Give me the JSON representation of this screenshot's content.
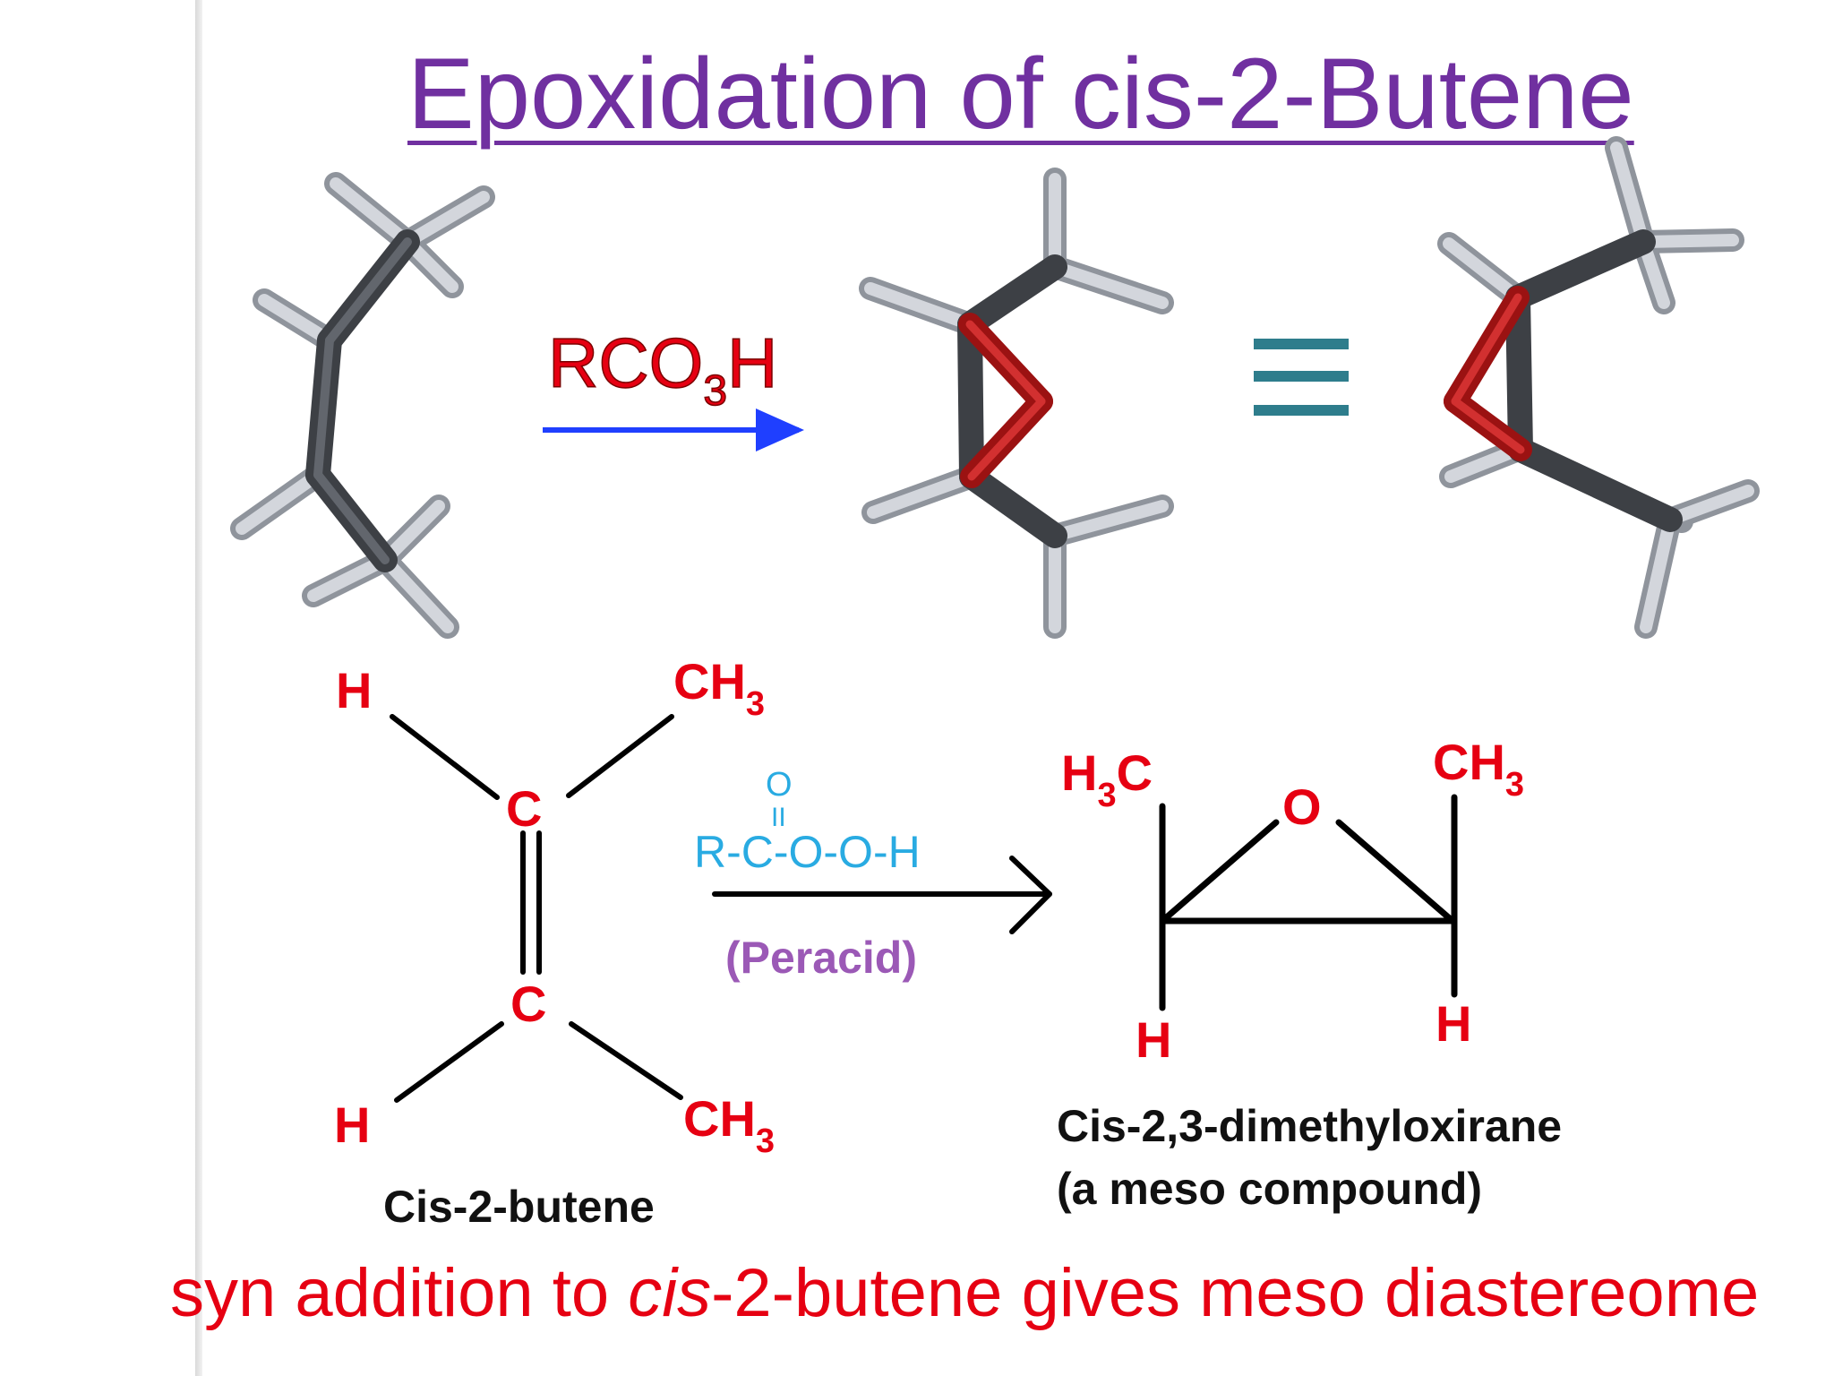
{
  "slide": {
    "title": "Epoxidation of cis-2-Butene",
    "reagent_top": {
      "prefix": "RCO",
      "subscript": "3",
      "suffix": "H"
    },
    "equivalent_symbol": "≡",
    "reactant": {
      "h_top": "H",
      "ch3_top": "CH",
      "ch3_top_sub": "3",
      "c_top": "C",
      "c_bottom": "C",
      "h_bottom": "H",
      "ch3_bottom": "CH",
      "ch3_bottom_sub": "3",
      "name": "Cis-2-butene"
    },
    "peracid": {
      "formula_o": "O",
      "formula_dbl": "II",
      "formula": "R-C-O-O-H",
      "label": "(Peracid)"
    },
    "product": {
      "h3c_left_prefix": "H",
      "h3c_left_sub": "3",
      "h3c_left_suffix": "C",
      "o": "O",
      "ch3_right": "CH",
      "ch3_right_sub": "3",
      "h_left": "H",
      "h_right": "H",
      "name_line1": "Cis-2,3-dimethyloxirane",
      "name_line2": "(a meso compound)"
    },
    "bottom": {
      "before": "syn addition to ",
      "italic": "cis",
      "after": "-2-butene gives meso diastereome"
    },
    "colors": {
      "title": "#7030a0",
      "atom_red": "#e60012",
      "reagent_blue": "#29abe2",
      "peracid_label": "#9b59b6",
      "blue_arrow": "#1f3fff",
      "equivalent": "#2e7d8c"
    }
  }
}
